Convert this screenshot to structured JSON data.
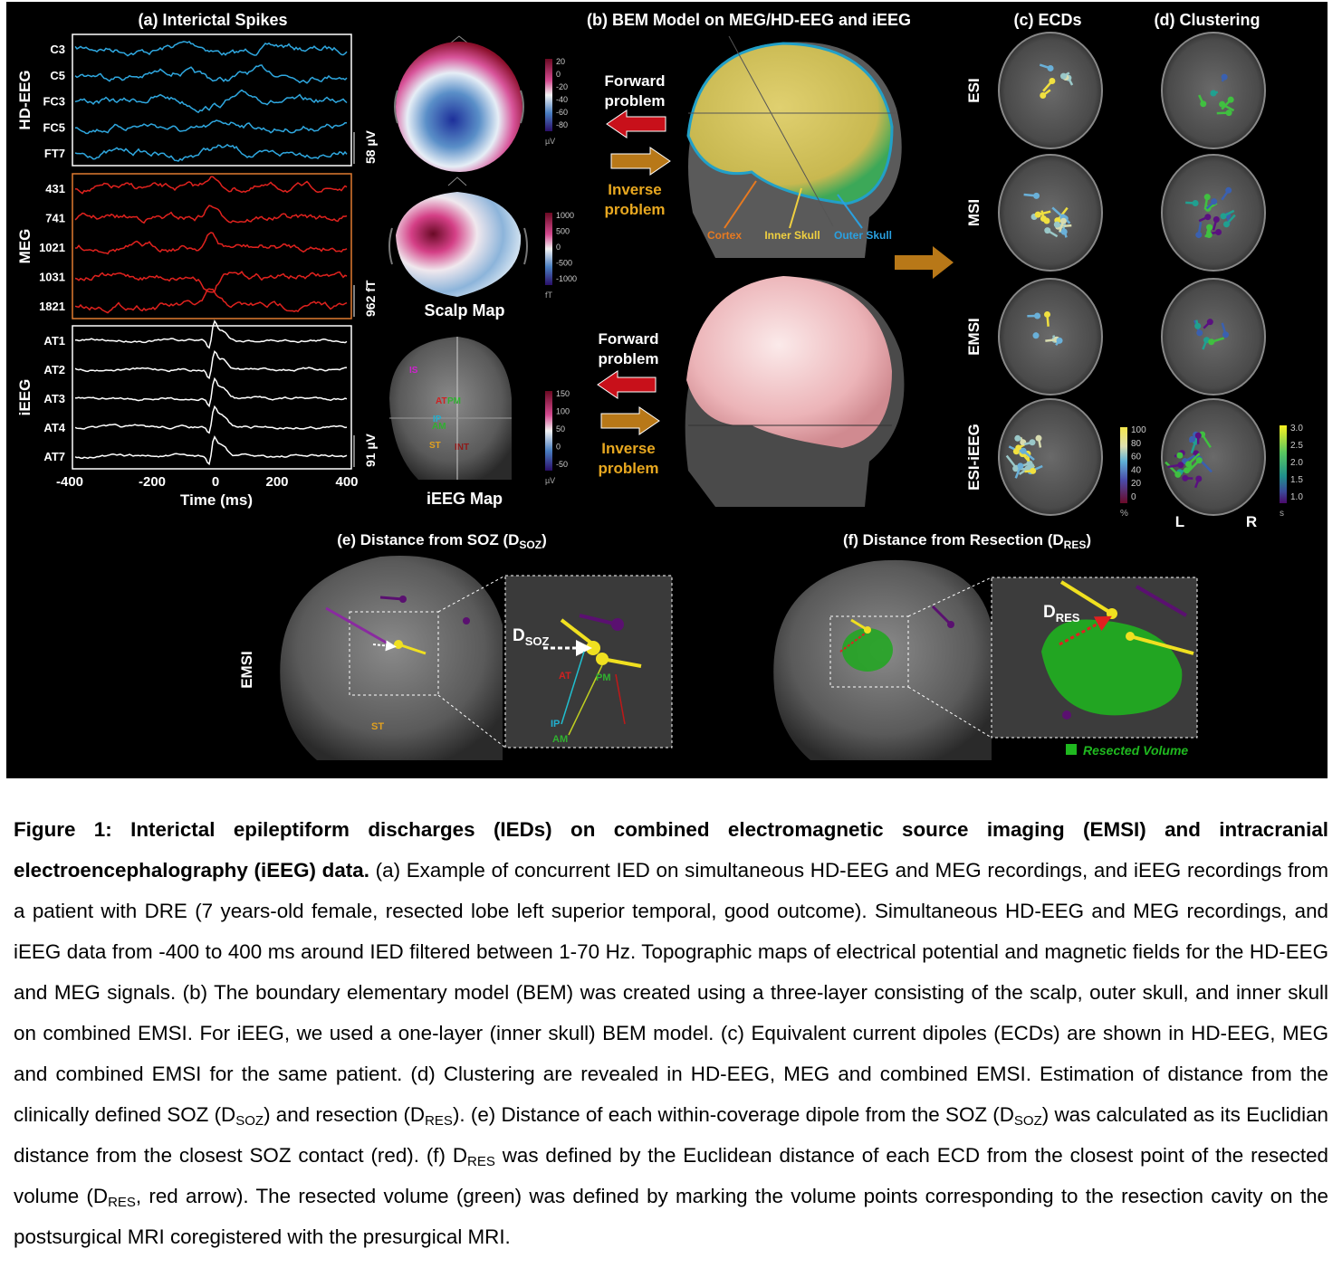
{
  "panel_a": {
    "title": "(a) Interictal Spikes",
    "groups": [
      {
        "label": "HD-EEG",
        "channels": [
          "C3",
          "C5",
          "FC3",
          "FC5",
          "FT7"
        ],
        "scale": "58 µV",
        "color": "#2fa8e0"
      },
      {
        "label": "MEG",
        "channels": [
          "431",
          "741",
          "1021",
          "1031",
          "1821"
        ],
        "scale": "962 fT",
        "color": "#e0221e"
      },
      {
        "label": "iEEG",
        "channels": [
          "AT1",
          "AT2",
          "AT3",
          "AT4",
          "AT7"
        ],
        "scale": "91 µV",
        "color": "#ffffff"
      }
    ],
    "x_ticks": [
      "-400",
      "-200",
      "0",
      "200",
      "400"
    ],
    "x_label": "Time (ms)",
    "scalp_map_label": "Scalp Map",
    "ieeg_map_label": "iEEG Map",
    "eeg_colorbar": {
      "ticks": [
        "20",
        "0",
        "-20",
        "-40",
        "-60",
        "-80"
      ],
      "unit": "µV"
    },
    "meg_colorbar": {
      "ticks": [
        "1000",
        "500",
        "0",
        "-500",
        "-1000"
      ],
      "unit": "fT"
    },
    "ieeg_colorbar": {
      "ticks": [
        "150",
        "100",
        "50",
        "0",
        "-50"
      ],
      "unit": "µV"
    },
    "ieeg_contacts": [
      "IS",
      "AT",
      "PM",
      "IP",
      "AM",
      "ST",
      "INT"
    ]
  },
  "panel_b": {
    "title": "(b) BEM Model on MEG/HD-EEG and iEEG",
    "forward_label": [
      "Forward",
      "problem"
    ],
    "inverse_label": [
      "Inverse",
      "problem"
    ],
    "layers": {
      "cortex": "Cortex",
      "inner_skull": "Inner Skull",
      "outer_skull": "Outer Skull"
    }
  },
  "panel_c": {
    "title": "(c) ECDs",
    "colorbar": {
      "ticks": [
        "100",
        "80",
        "60",
        "40",
        "20",
        "0"
      ],
      "unit": "%"
    }
  },
  "panel_d": {
    "title": "(d) Clustering",
    "colorbar": {
      "ticks": [
        "3.0",
        "2.5",
        "2.0",
        "1.5",
        "1.0"
      ],
      "unit": "s"
    },
    "left": "L",
    "right": "R"
  },
  "rows": [
    "ESI",
    "MSI",
    "EMSI",
    "ESI-iEEG"
  ],
  "panel_e": {
    "title": "(e) Distance from SOZ (D",
    "title_sub": "SOZ",
    "title_end": ")",
    "row_label": "EMSI",
    "d_label": "D",
    "d_sub": "SOZ",
    "contacts": [
      "AT",
      "PM",
      "IP",
      "AM",
      "ST"
    ]
  },
  "panel_f": {
    "title": "(f) Distance from Resection (D",
    "title_sub": "RES",
    "title_end": ")",
    "d_label": "D",
    "d_sub": "RES",
    "legend": "Resected Volume",
    "legend_color": "#1fb81f"
  },
  "caption": [
    {
      "text": "Figure 1: Interictal epileptiform discharges (IEDs) on combined electromagnetic source imaging (EMSI) and intracranial electroencephalography (iEEG) data.",
      "bold": true
    },
    {
      "text": " (a) Example of concurrent IED on simultaneous HD-EEG and MEG recordings, and iEEG recordings from a patient with DRE (7 years-old female, resected lobe left superior temporal, good outcome). Simultaneous HD-EEG and MEG recordings, and iEEG data from -400 to 400 ms around IED filtered between 1-70 Hz. Topographic maps of electrical potential and magnetic fields for the HD-EEG and MEG signals. (b) The boundary elementary model (BEM) was created using a three-layer consisting of the scalp, outer skull, and inner skull on combined EMSI. For iEEG, we used a one-layer (inner skull) BEM model. (c) Equivalent current dipoles (ECDs) are shown in HD-EEG, MEG and combined EMSI for the same patient. (d) Clustering are revealed in HD-EEG, MEG and combined EMSI. Estimation of distance from the clinically defined SOZ (D"
    },
    {
      "text": "SOZ",
      "sub": true
    },
    {
      "text": ") and resection (D"
    },
    {
      "text": "RES",
      "sub": true
    },
    {
      "text": "). (e) Distance of each within-coverage dipole from the SOZ (D"
    },
    {
      "text": "SOZ",
      "sub": true
    },
    {
      "text": ") was calculated as its Euclidian distance from the closest SOZ contact (red). (f) D"
    },
    {
      "text": "RES",
      "sub": true
    },
    {
      "text": " was defined by the Euclidean distance of each ECD from the closest point of the resected volume (D"
    },
    {
      "text": "RES",
      "sub": true
    },
    {
      "text": ", red arrow). The resected volume (green) was defined by marking the volume points corresponding to the resection cavity on the postsurgical MRI coregistered with the presurgical MRI."
    }
  ]
}
